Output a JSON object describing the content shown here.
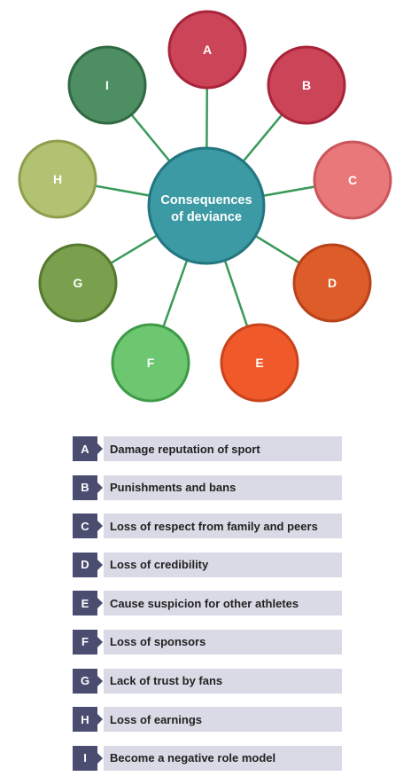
{
  "diagram": {
    "center": {
      "line1": "Consequences",
      "line2": "of deviance",
      "color": "#3b9aa3",
      "border": "#237680"
    },
    "connector_color": "#3a9a5a",
    "nodes": [
      {
        "letter": "A",
        "color": "#cc4458",
        "border": "#a8243a"
      },
      {
        "letter": "B",
        "color": "#cc4458",
        "border": "#a8243a"
      },
      {
        "letter": "C",
        "color": "#e8787a",
        "border": "#c9575b"
      },
      {
        "letter": "D",
        "color": "#de5b2a",
        "border": "#b8421a"
      },
      {
        "letter": "E",
        "color": "#f05a2a",
        "border": "#c9431c"
      },
      {
        "letter": "F",
        "color": "#6cc770",
        "border": "#3f9a48"
      },
      {
        "letter": "G",
        "color": "#7aa04d",
        "border": "#55792f"
      },
      {
        "letter": "H",
        "color": "#b1c272",
        "border": "#8e9e4c"
      },
      {
        "letter": "I",
        "color": "#4e8e63",
        "border": "#2f6a42"
      }
    ]
  },
  "legend": [
    {
      "key": "A",
      "text": "Damage reputation of sport"
    },
    {
      "key": "B",
      "text": "Punishments and bans"
    },
    {
      "key": "C",
      "text": "Loss of respect from family and peers"
    },
    {
      "key": "D",
      "text": "Loss of credibility"
    },
    {
      "key": "E",
      "text": "Cause suspicion for other athletes"
    },
    {
      "key": "F",
      "text": "Loss of sponsors"
    },
    {
      "key": "G",
      "text": "Lack of trust by fans"
    },
    {
      "key": "H",
      "text": "Loss of earnings"
    },
    {
      "key": "I",
      "text": "Become a negative role model"
    }
  ]
}
